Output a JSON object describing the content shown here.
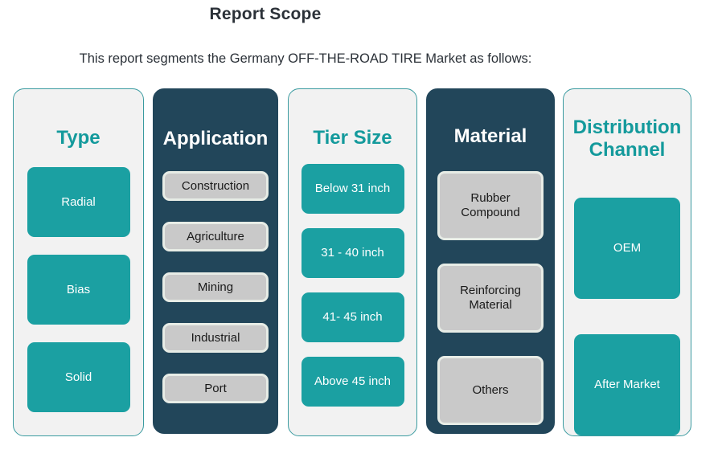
{
  "header": {
    "title": "Report Scope",
    "subtitle": "This report segments the Germany OFF-THE-ROAD TIRE Market as follows:"
  },
  "theme": {
    "teal": "#1ba0a2",
    "teal_text": "#149a9c",
    "dark_navy": "#22465a",
    "light_card": "#f2f2f2",
    "grey_pill": "#c9c9c9",
    "title_text": "#2b3138"
  },
  "columns": [
    {
      "title": "Type",
      "style": "light",
      "items": [
        {
          "label": "Radial"
        },
        {
          "label": "Bias"
        },
        {
          "label": "Solid"
        }
      ]
    },
    {
      "title": "Application",
      "style": "dark",
      "items": [
        {
          "label": "Construction"
        },
        {
          "label": "Agriculture"
        },
        {
          "label": "Mining"
        },
        {
          "label": "Industrial"
        },
        {
          "label": "Port"
        }
      ]
    },
    {
      "title": "Tier Size",
      "style": "light",
      "items": [
        {
          "label": "Below 31 inch"
        },
        {
          "label": "31 - 40 inch"
        },
        {
          "label": "41- 45 inch"
        },
        {
          "label": "Above 45 inch"
        }
      ]
    },
    {
      "title": "Material",
      "style": "dark",
      "items": [
        {
          "label": "Rubber Compound"
        },
        {
          "label": "Reinforcing Material"
        },
        {
          "label": "Others"
        }
      ]
    },
    {
      "title": "Distribution Channel",
      "style": "light",
      "items": [
        {
          "label": "OEM"
        },
        {
          "label": "After Market"
        }
      ]
    }
  ]
}
